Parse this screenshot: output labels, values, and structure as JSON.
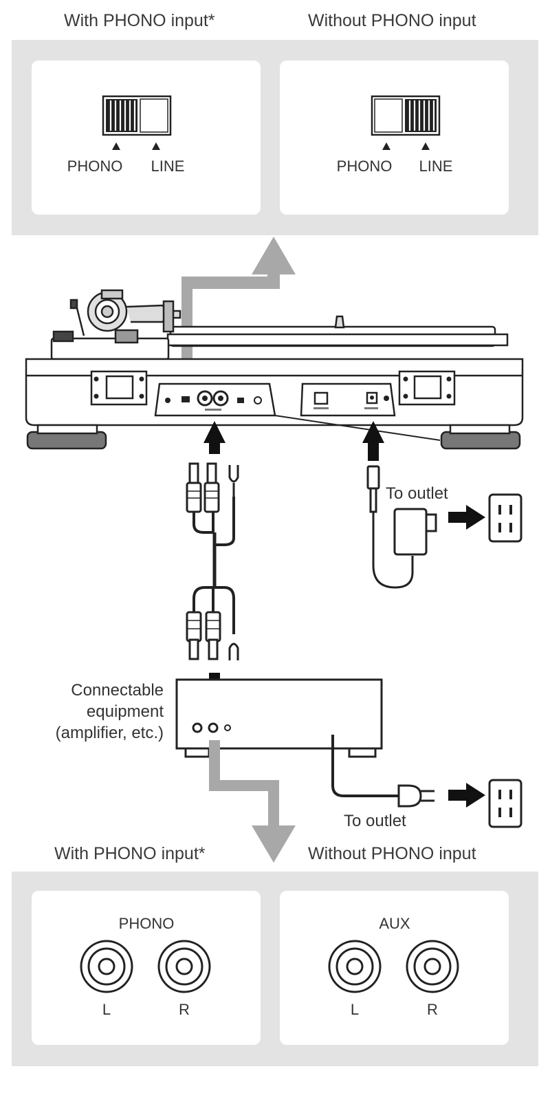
{
  "top": {
    "left_heading": "With PHONO input*",
    "right_heading": "Without PHONO input",
    "left_switch": {
      "phono_label": "PHONO",
      "line_label": "LINE",
      "selected": "PHONO"
    },
    "right_switch": {
      "phono_label": "PHONO",
      "line_label": "LINE",
      "selected": "LINE"
    }
  },
  "middle": {
    "turntable_outlet_label": "To outlet",
    "equipment_label": {
      "line1": "Connectable",
      "line2": "equipment",
      "line3": "(amplifier, etc.)"
    },
    "equipment_outlet_label": "To outlet"
  },
  "bottom": {
    "left_heading": "With PHONO input*",
    "right_heading": "Without PHONO input",
    "left_panel": {
      "title": "PHONO",
      "left_jack": "L",
      "right_jack": "R"
    },
    "right_panel": {
      "title": "AUX",
      "left_jack": "L",
      "right_jack": "R"
    }
  },
  "colors": {
    "band": "#e3e3e3",
    "signal_arrow": "#a8a8a8",
    "line_art": "#222222"
  },
  "icons": [
    "slide-switch-icon",
    "turntable-icon",
    "rca-cable-icon",
    "ac-adapter-icon",
    "wall-outlet-icon",
    "amplifier-icon",
    "rca-jack-icon",
    "signal-arrow-icon",
    "connection-arrow-icon"
  ]
}
